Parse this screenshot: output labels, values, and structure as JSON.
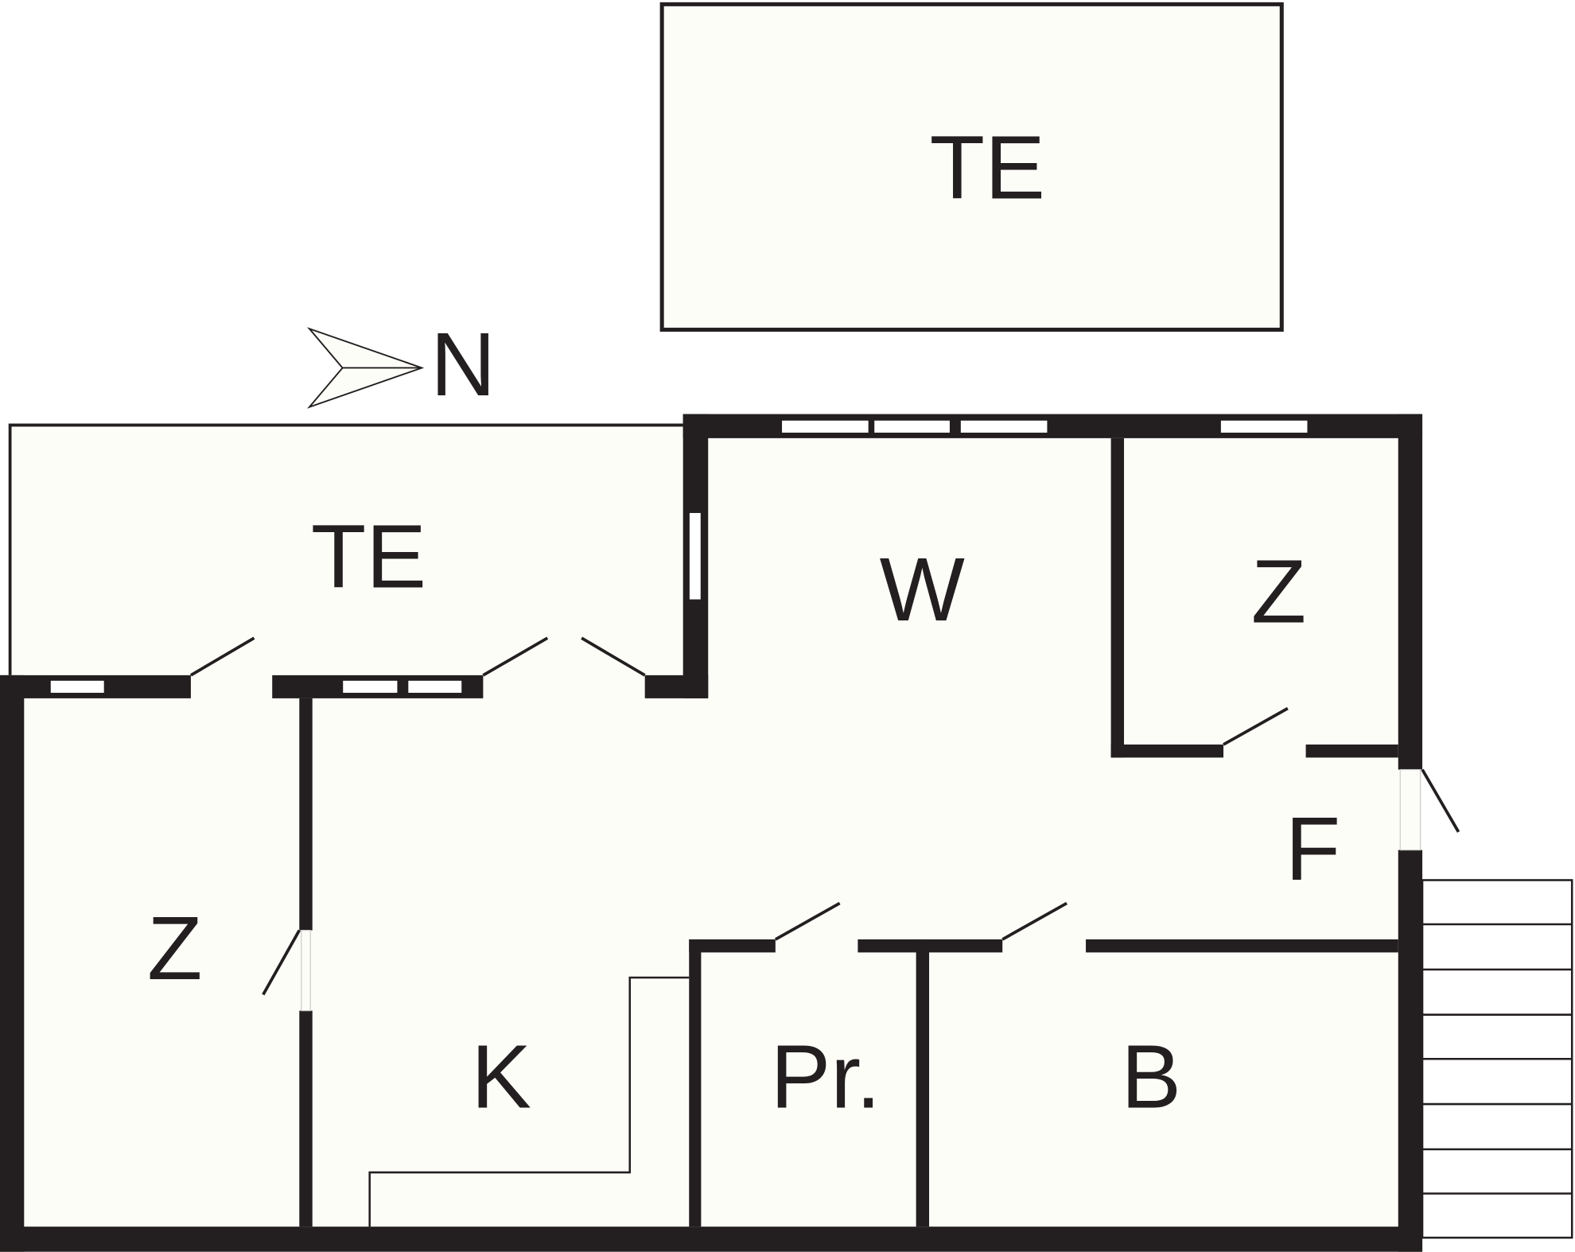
{
  "floorplan": {
    "north_label": "N",
    "rooms": {
      "terrace_top": "TE",
      "terrace_left": "TE",
      "living": "W",
      "bedroom_right": "Z",
      "bedroom_left": "Z",
      "hall": "F",
      "kitchen": "K",
      "pantry": "Pr.",
      "bathroom": "B"
    },
    "colors": {
      "wall": "#231f20",
      "room": "#fdfdf8",
      "background": "#ffffff"
    }
  }
}
